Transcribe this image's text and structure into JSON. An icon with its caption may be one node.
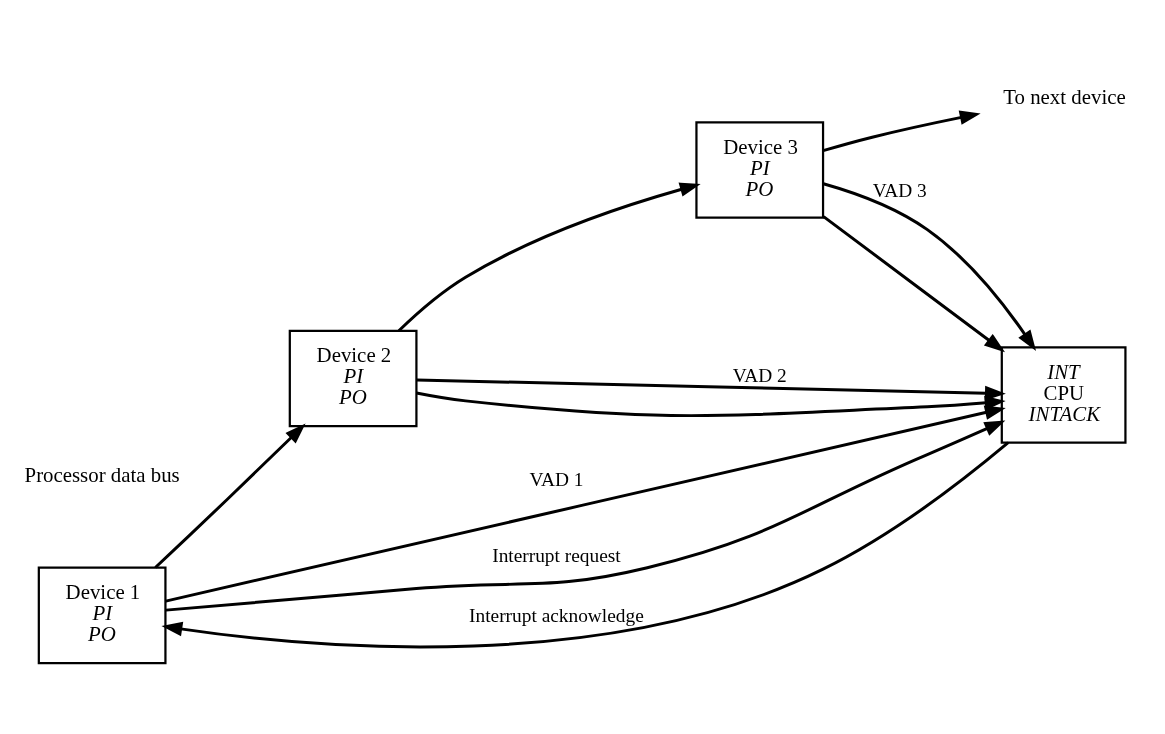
{
  "diagram": {
    "nodes": [
      {
        "text": [
          "Device 1",
          "PI",
          "PO"
        ]
      },
      {
        "text": [
          "Device 2",
          "PI",
          "PO"
        ]
      },
      {
        "text": [
          "Device 3",
          "PI",
          "PO"
        ]
      },
      {
        "text": [
          "To next device"
        ]
      },
      {
        "text": [
          "INT",
          "CPU",
          "INTACK"
        ]
      }
    ],
    "edges": [
      {
        "from": 0,
        "to": 1,
        "arrow": "to"
      },
      {
        "from": 1,
        "to": 2,
        "arrow": "to"
      },
      {
        "from": 2,
        "to": 3,
        "arrow": "to"
      },
      {
        "from": 0,
        "to": 4,
        "arrow": "to",
        "label": "VAD 1"
      },
      {
        "from": 1,
        "to": 4,
        "arrow": "to",
        "label": "VAD 2"
      },
      {
        "from": 2,
        "to": 4,
        "arrow": "to",
        "label": "VAD 3"
      },
      {
        "from": 0,
        "to": 4,
        "arrow": "to",
        "label": "Interrupt request"
      },
      {
        "from": 1,
        "to": 4,
        "arrow": "to"
      },
      {
        "from": 2,
        "to": 4,
        "arrow": "to"
      },
      {
        "from": 4,
        "to": 0,
        "arrow": "to",
        "label": "Interrupt acknowledge"
      }
    ],
    "labels": [
      "Processor data bus"
    ]
  }
}
